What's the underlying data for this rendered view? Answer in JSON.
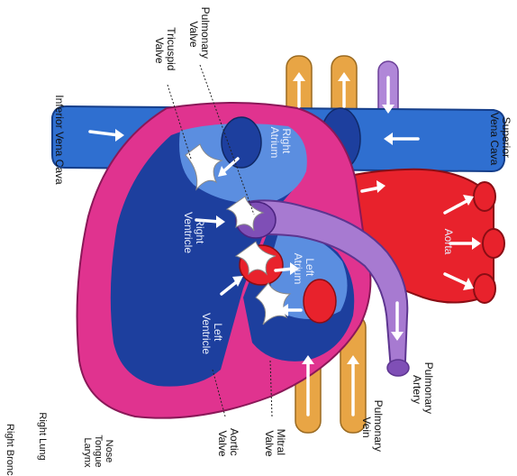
{
  "labels": {
    "superior_vena_cava": [
      "Superior",
      "Vena Cava"
    ],
    "pulmonary_valve": [
      "Pulmonary",
      "Valve"
    ],
    "tricuspid_valve": [
      "Tricuspid",
      "Valve"
    ],
    "inferior_vena_cava": "Inferior Vena Cava",
    "right_atrium": [
      "Right",
      "Atrium"
    ],
    "right_ventricle": [
      "Right",
      "Ventricle"
    ],
    "left_atrium": [
      "Left",
      "Atrium"
    ],
    "left_ventricle": [
      "Left",
      "Ventricle"
    ],
    "aorta": "Aorta",
    "pulmonary_artery": [
      "Pulmonary",
      "Artery"
    ],
    "pulmonary_vein": [
      "Pulmonary",
      "Vein"
    ],
    "mitral_valve": [
      "Mitral",
      "Valve"
    ],
    "aortic_valve": [
      "Aortic",
      "Valve"
    ],
    "nose_group": [
      "Nose",
      "Tongue",
      "Larynx"
    ],
    "right_lung": "Right Lung",
    "right_bronchus": "Right Bronchus"
  },
  "colors": {
    "deoxygenated_blue": "#2f6fd0",
    "dark_blue": "#1d3f9e",
    "oxygenated_red": "#e8222c",
    "heart_wall_pink": "#e0338f",
    "pulmonary_purple": "#a77ad1",
    "orange_vessel": "#e8a545"
  }
}
